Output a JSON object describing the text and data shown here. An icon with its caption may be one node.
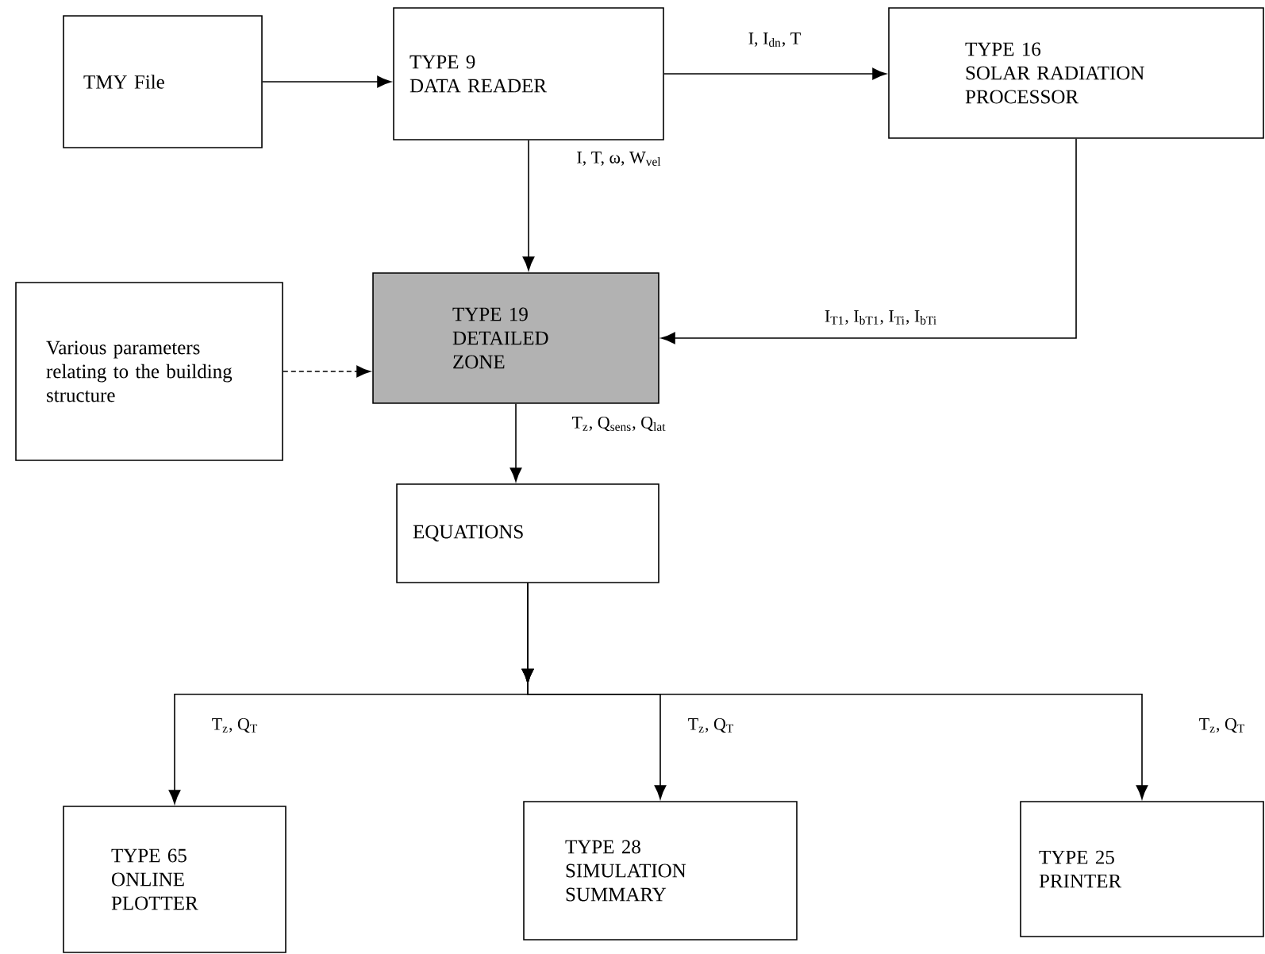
{
  "diagram": {
    "nodes": [
      {
        "text": [
          "TMY File"
        ]
      },
      {
        "text": [
          "TYPE 9",
          "DATA READER"
        ]
      },
      {
        "text": [
          "TYPE 16",
          "SOLAR RADIATION PROCESSOR"
        ]
      },
      {
        "text": [
          "Various parameters relating to the building structure"
        ]
      },
      {
        "text": [
          "TYPE 19",
          "DETAILED ZONE"
        ]
      },
      {
        "text": [
          "EQUATIONS"
        ]
      },
      {
        "text": [
          "TYPE 65",
          "ONLINE PLOTTER"
        ]
      },
      {
        "text": [
          "TYPE 28",
          "SIMULATION SUMMARY"
        ]
      },
      {
        "text": [
          "TYPE 25",
          "PRINTER"
        ]
      }
    ],
    "edges": [
      {
        "from": 0,
        "to": 1,
        "arrow": "to"
      },
      {
        "from": 1,
        "to": 2,
        "arrow": "to",
        "label": "I, I$_{dn}$, T"
      },
      {
        "from": 1,
        "to": 4,
        "arrow": "to",
        "label": "I, T, ω, W$_{vel}$"
      },
      {
        "from": 2,
        "to": 4,
        "arrow": "to",
        "label": "I$_{T1}$, I$_{bT1}$, I$_{Ti}$, I$_{bTi}$"
      },
      {
        "from": 3,
        "to": 4,
        "arrow": "to",
        "style": "dashed"
      },
      {
        "from": 4,
        "to": 5,
        "arrow": "to",
        "label": "T$_{z}$, Q$_{sens}$, Q$_{lat}$"
      },
      {
        "from": 5,
        "to": 6,
        "arrow": "to",
        "label": "T$_{z}$, Q$_{T}$"
      },
      {
        "from": 5,
        "to": 7,
        "arrow": "to",
        "label": "T$_{z}$, Q$_{T}$"
      },
      {
        "from": 5,
        "to": 8,
        "arrow": "to",
        "label": "T$_{z}$, Q$_{T}$"
      }
    ]
  }
}
